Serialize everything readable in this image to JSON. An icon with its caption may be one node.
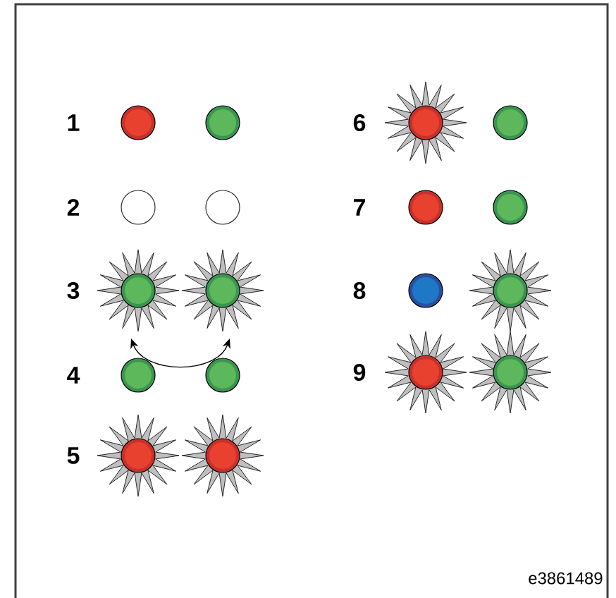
{
  "diagram": {
    "nodes": [
      {
        "text": [],
        "shape": "circle"
      },
      {
        "text": [],
        "shape": "circle"
      },
      {
        "text": [],
        "shape": "circle"
      },
      {
        "text": [],
        "shape": "circle"
      },
      {
        "text": [],
        "shape": "star"
      },
      {
        "text": [],
        "shape": "star"
      },
      {
        "text": [],
        "shape": "circle"
      },
      {
        "text": [],
        "shape": "circle"
      },
      {
        "text": [],
        "shape": "star"
      },
      {
        "text": [],
        "shape": "star"
      },
      {
        "text": [],
        "shape": "star"
      },
      {
        "text": [],
        "shape": "circle"
      },
      {
        "text": [],
        "shape": "circle"
      },
      {
        "text": [],
        "shape": "circle"
      },
      {
        "text": [],
        "shape": "circle"
      },
      {
        "text": [],
        "shape": "star"
      },
      {
        "text": [],
        "shape": "star"
      },
      {
        "text": [],
        "shape": "star"
      }
    ],
    "edges": [
      {
        "from": 4,
        "to": 5,
        "arrow": "both"
      }
    ],
    "labels": [
      "1",
      "6",
      "2",
      "7",
      "3",
      "8",
      "4",
      "9",
      "5",
      "e3861489"
    ]
  }
}
